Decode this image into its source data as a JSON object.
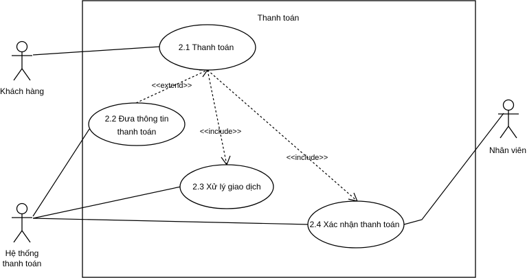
{
  "system": {
    "title": "Thanh toán"
  },
  "use_cases": {
    "uc1": {
      "label": "2.1 Thanh toán"
    },
    "uc2": {
      "line1": "2.2 Đưa thông tin",
      "line2": "thanh toán"
    },
    "uc3": {
      "label": "2.3 Xử lý giao dịch"
    },
    "uc4": {
      "label": "2.4 Xác nhận thanh toán"
    }
  },
  "actors": {
    "customer": {
      "label": "Khách hàng"
    },
    "payment_system": {
      "line1": "Hệ thống",
      "line2": "thanh toán"
    },
    "staff": {
      "label": "Nhân viên"
    }
  },
  "relations": {
    "extend_label": "<<extend>>",
    "include1_label": "<<include>>",
    "include2_label": "<<include>>"
  }
}
